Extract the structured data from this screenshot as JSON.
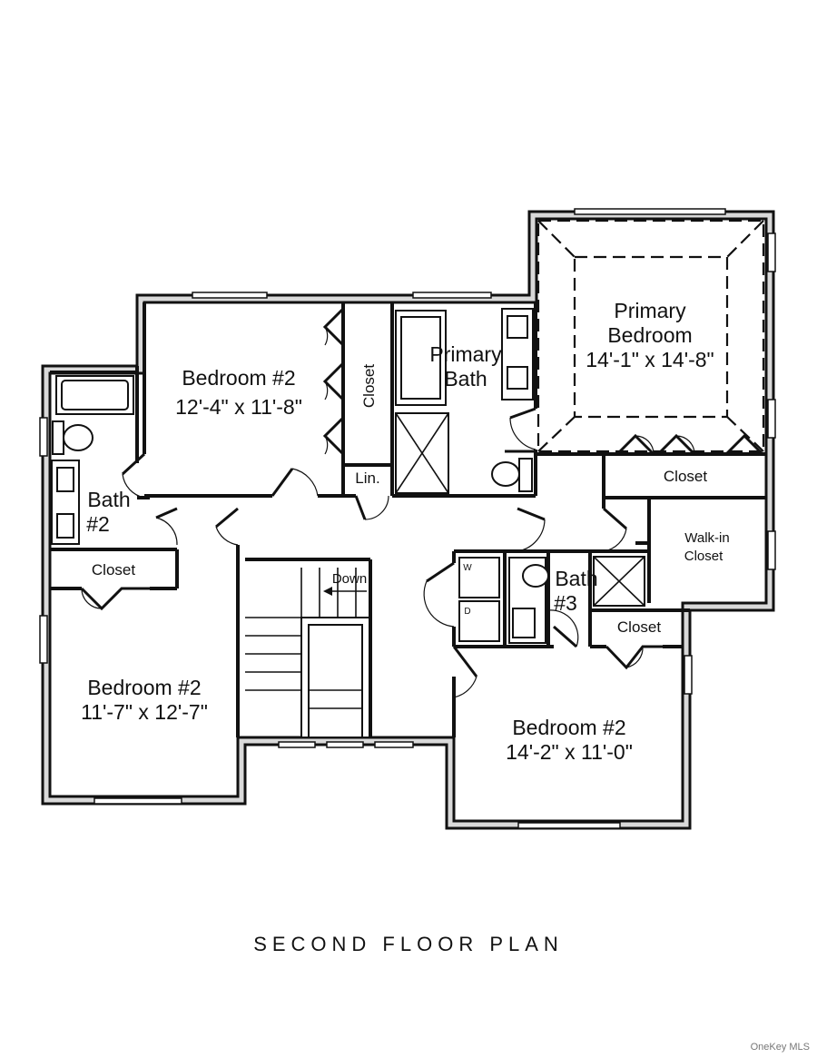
{
  "plan_title": "SECOND FLOOR PLAN",
  "watermark": "OneKey MLS",
  "rooms": {
    "bedroom_top": {
      "name": "Bedroom #2",
      "dims": "12'-4\" x 11'-8\""
    },
    "primary_bedroom": {
      "name_line1": "Primary",
      "name_line2": "Bedroom",
      "dims": "14'-1\" x 14'-8\""
    },
    "primary_bath": {
      "line1": "Primary",
      "line2": "Bath"
    },
    "bath2": {
      "line1": "Bath",
      "line2": "#2"
    },
    "bath3": {
      "line1": "Bath",
      "line2": "#3"
    },
    "bedroom_left": {
      "name": "Bedroom #2",
      "dims": "11'-7\" x 12'-7\""
    },
    "bedroom_right": {
      "name": "Bedroom #2",
      "dims": "14'-2\" x 11'-0\""
    }
  },
  "labels": {
    "closet_vertical": "Closet",
    "closet_primary": "Closet",
    "closet_left": "Closet",
    "closet_bath3": "Closet",
    "linen": "Lin.",
    "walkin_line1": "Walk-in",
    "walkin_line2": "Closet",
    "stairs": "Down",
    "washer": "W",
    "dryer": "D"
  }
}
